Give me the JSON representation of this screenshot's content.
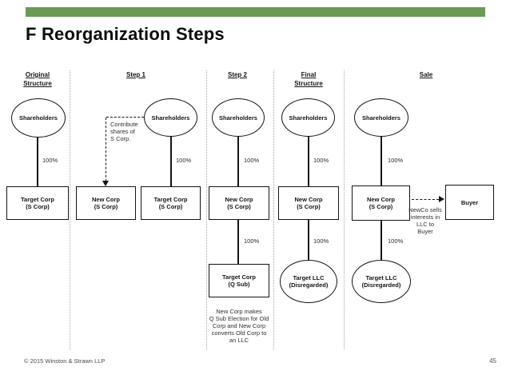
{
  "slide": {
    "title": "F Reorganization Steps",
    "footer": "© 2015 Winston & Strawn LLP",
    "page_number": "45"
  },
  "theme": {
    "accent_color": "#6a9a55"
  },
  "columns": [
    {
      "header": "Original\nStructure"
    },
    {
      "header": "Step 1"
    },
    {
      "header": "Step 2"
    },
    {
      "header": "Final\nStructure"
    },
    {
      "header": "Sale"
    }
  ],
  "nodes": {
    "orig_shareholders": "Shareholders",
    "orig_target": "Target Corp\n(S Corp)",
    "s1_shareholders": "Shareholders",
    "s1_newcorp": "New Corp\n(S Corp)",
    "s1_target": "Target Corp\n(S Corp)",
    "s2_shareholders": "Shareholders",
    "s2_newcorp": "New Corp\n(S Corp)",
    "s2_target": "Target Corp\n(Q Sub)",
    "fin_shareholders": "Shareholders",
    "fin_newcorp": "New Corp\n(S Corp)",
    "fin_target": "Target LLC\n(Disregarded)",
    "sale_shareholders": "Shareholders",
    "sale_newcorp": "New Corp\n(S Corp)",
    "sale_target": "Target LLC\n(Disregarded)",
    "sale_buyer": "Buyer"
  },
  "edges": {
    "ownership_label": "100%"
  },
  "annotations": {
    "contribute": "Contribute\nshares of\nS Corp.",
    "qsub_note": "New Corp makes\nQ Sub Election for Old\nCorp and New Corp\nconverts Old Corp to\nan LLC",
    "newco_sells": "NewCo sells\ninterests in\nLLC to\nBuyer"
  }
}
